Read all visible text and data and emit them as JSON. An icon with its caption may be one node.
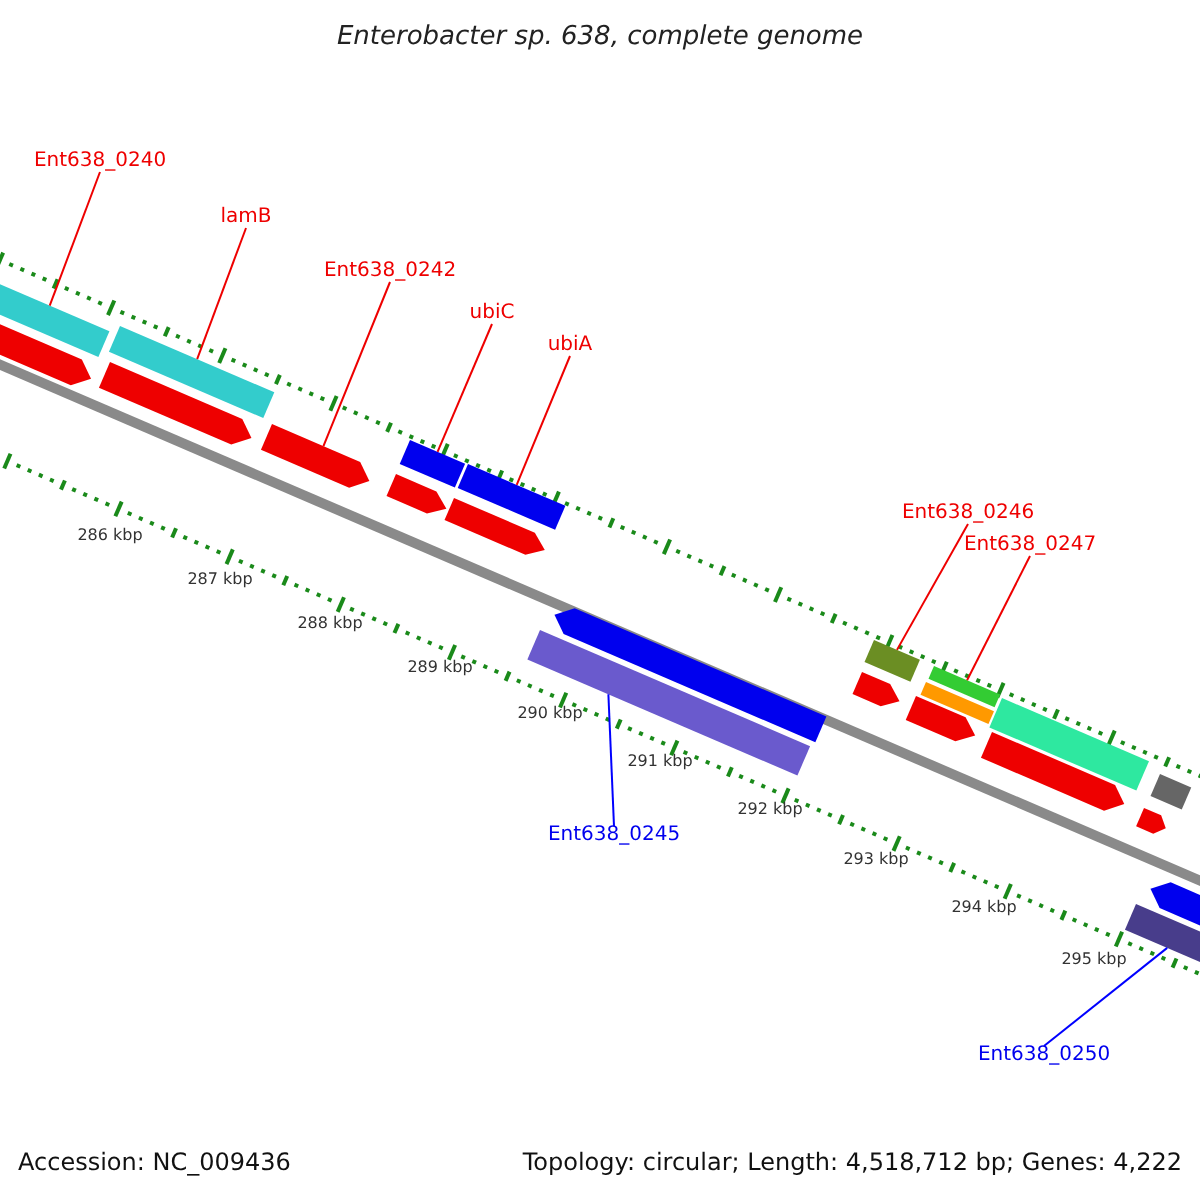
{
  "diagram": {
    "title": "Enterobacter sp. 638, complete genome",
    "nodes": [
      {
        "text": [
          "Ent638_0240"
        ]
      },
      {
        "text": [],
        "shape": "bar"
      },
      {
        "text": [
          "lamB"
        ]
      },
      {
        "text": [],
        "shape": "bar"
      },
      {
        "text": [
          "Ent638_0242"
        ]
      },
      {
        "text": [],
        "shape": "arrow"
      },
      {
        "text": [
          "ubiC"
        ]
      },
      {
        "text": [],
        "shape": "bar"
      },
      {
        "text": [
          "ubiA"
        ]
      },
      {
        "text": [],
        "shape": "bar"
      },
      {
        "text": [
          "Ent638_0246"
        ]
      },
      {
        "text": [],
        "shape": "bar"
      },
      {
        "text": [
          "Ent638_0247"
        ]
      },
      {
        "text": [],
        "shape": "bar"
      },
      {
        "text": [
          "Ent638_0245"
        ]
      },
      {
        "text": [],
        "shape": "bar"
      },
      {
        "text": [
          "Ent638_0250"
        ]
      },
      {
        "text": [],
        "shape": "bar"
      },
      {
        "text": [],
        "shape": "arrow"
      },
      {
        "text": [],
        "shape": "arrow"
      },
      {
        "text": [],
        "shape": "arrow"
      },
      {
        "text": [],
        "shape": "arrow"
      },
      {
        "text": [],
        "shape": "arrow"
      },
      {
        "text": [],
        "shape": "arrow"
      },
      {
        "text": [],
        "shape": "arrow"
      },
      {
        "text": [],
        "shape": "bar"
      },
      {
        "text": [],
        "shape": "arrow"
      },
      {
        "text": [],
        "shape": "bar"
      },
      {
        "text": [],
        "shape": "arrow"
      },
      {
        "text": [],
        "shape": "arrow"
      },
      {
        "text": [],
        "shape": "bar"
      }
    ],
    "edges": [
      {
        "from": 0,
        "to": 1,
        "arrow": "none"
      },
      {
        "from": 2,
        "to": 3,
        "arrow": "none"
      },
      {
        "from": 4,
        "to": 5,
        "arrow": "none"
      },
      {
        "from": 6,
        "to": 7,
        "arrow": "none"
      },
      {
        "from": 8,
        "to": 9,
        "arrow": "none"
      },
      {
        "from": 10,
        "to": 11,
        "arrow": "none"
      },
      {
        "from": 12,
        "to": 13,
        "arrow": "none"
      },
      {
        "from": 14,
        "to": 15,
        "arrow": "none",
        "color": "#0000ff"
      },
      {
        "from": 16,
        "to": 17,
        "arrow": "none",
        "color": "#0000ff"
      }
    ],
    "labels": [
      "286 kbp",
      "287 kbp",
      "288 kbp",
      "289 kbp",
      "290 kbp",
      "291 kbp",
      "292 kbp",
      "293 kbp",
      "294 kbp",
      "295 kbp",
      "Accession: NC_009436",
      "Topology: circular; Length: 4,518,712 bp; Genes: 4,222"
    ]
  }
}
